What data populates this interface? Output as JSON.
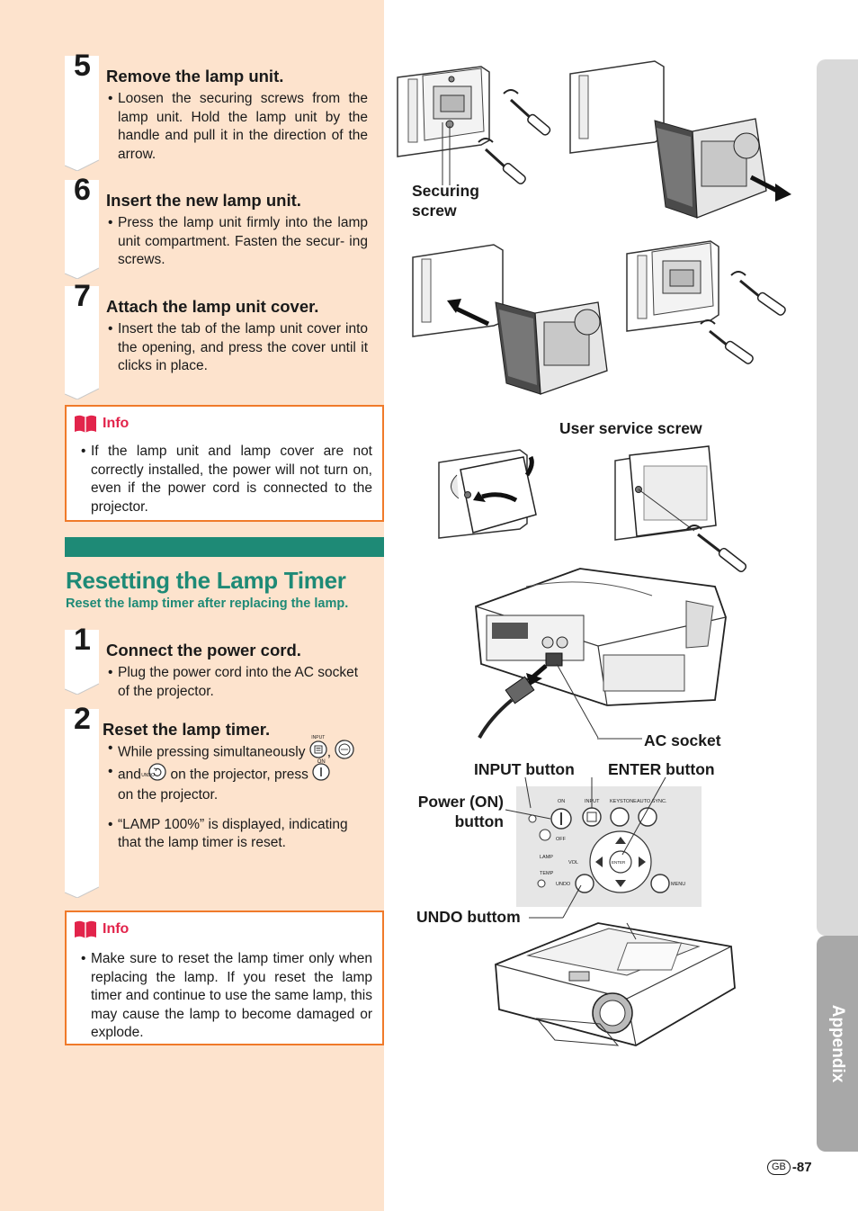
{
  "steps_top": [
    {
      "num": "5",
      "title": "Remove the lamp unit.",
      "text": "Loosen the securing screws from the lamp unit. Hold the lamp unit by the handle and pull it in the direction of the arrow."
    },
    {
      "num": "6",
      "title": "Insert the new lamp unit.",
      "text": "Press the lamp unit firmly into the lamp unit compartment. Fasten the secur- ing screws."
    },
    {
      "num": "7",
      "title": "Attach the lamp unit cover.",
      "text": "Insert the tab of the lamp unit cover into the opening, and press the cover until it clicks in place."
    }
  ],
  "info1": {
    "label": "Info",
    "text": "If the lamp unit and lamp cover are not correctly installed, the power will not turn on, even if the power cord is connected to the projector."
  },
  "section": {
    "title": "Resetting the Lamp Timer",
    "subtitle": "Reset the lamp timer after replacing the lamp."
  },
  "step1": {
    "num": "1",
    "title": "Connect the power cord.",
    "text": "Plug the power cord into the AC socket of the projector."
  },
  "step2": {
    "num": "2",
    "title": "Reset the lamp timer.",
    "line1": "While pressing simultaneously",
    "comma": ",",
    "and": "and",
    "line2": "on the projector, press",
    "line3": "on the projector.",
    "bullet2": "“LAMP 100%” is displayed, indicating that the lamp timer is reset.",
    "icon_labels": {
      "input": "INPUT",
      "undo": "UNDO",
      "on": "ON"
    }
  },
  "info2": {
    "label": "Info",
    "text": "Make sure to reset the lamp timer only when replacing the lamp. If you reset the lamp timer and continue to use the same lamp, this may cause the lamp to become damaged or explode."
  },
  "callouts": {
    "securing_screw": [
      "Securing",
      "screw"
    ],
    "user_service_screw": "User service screw",
    "ac_socket": "AC socket",
    "input_button": "INPUT button",
    "enter_button": "ENTER button",
    "power_on_button": [
      "Power (ON)",
      "button"
    ],
    "undo_button": "UNDO buttom"
  },
  "panel_labels": {
    "on": "ON",
    "input": "INPUT",
    "keystone": "KEYSTONE",
    "auto_sync": "AUTO SYNC.",
    "off": "OFF",
    "lamp": "LAMP",
    "temp": "TEMP",
    "vol": "VOL",
    "undo": "UNDO",
    "menu": "MENU",
    "enter": "ENTER"
  },
  "sidebar": {
    "label": "Appendix"
  },
  "page": {
    "region": "GB",
    "number": "-87"
  },
  "colors": {
    "left_bg": "#fde3cd",
    "teal": "#1e8a76",
    "info_border": "#f07a2a",
    "info_label": "#e2244b",
    "side_tab": "#a8a8a8"
  }
}
